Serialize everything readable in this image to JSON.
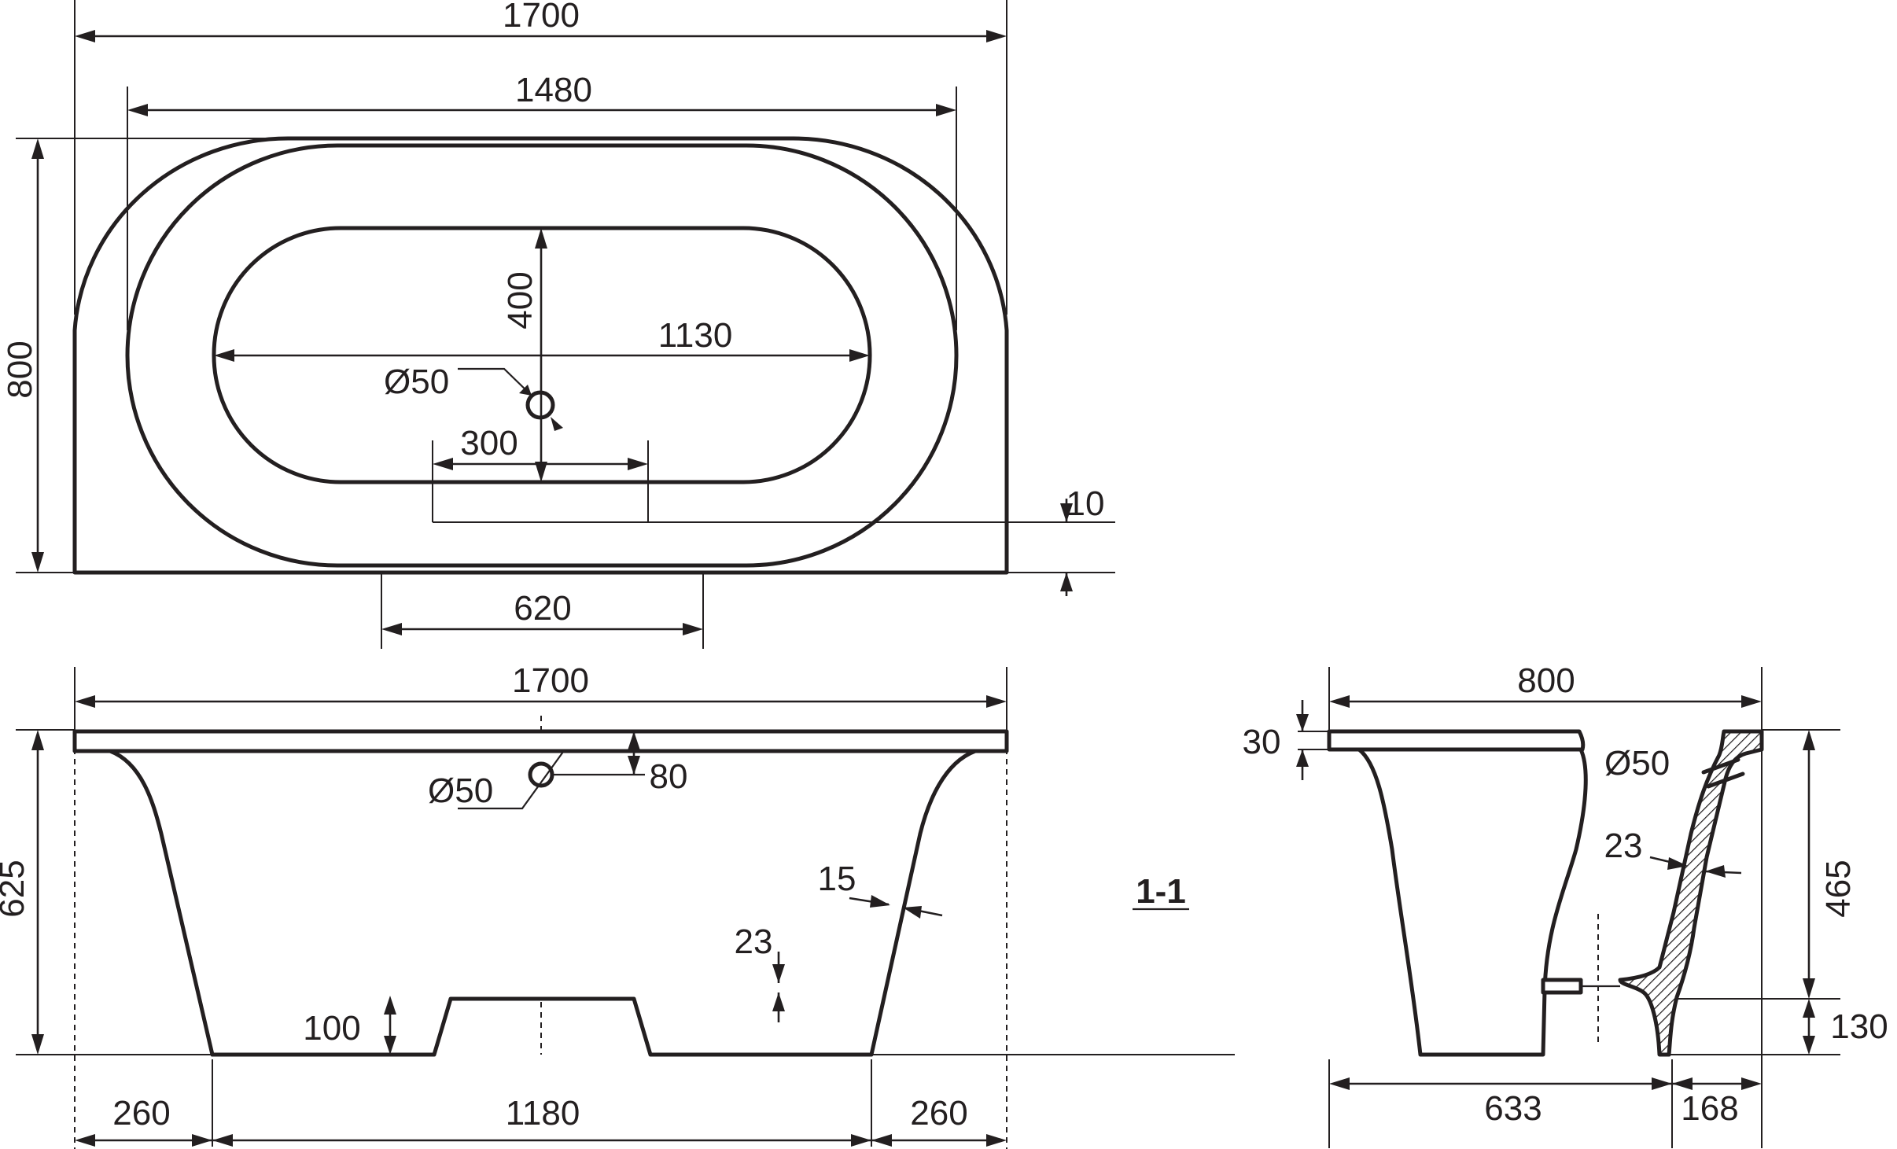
{
  "dimensions": {
    "top_overall_length": "1700",
    "top_inner_length": "1480",
    "top_overall_width": "800",
    "top_basin_width": "400",
    "top_basin_length": "1130",
    "top_drain_diameter": "Ø50",
    "top_drain_offset": "300",
    "top_edge_offset": "10",
    "top_rear_width": "620",
    "front_overall_length": "1700",
    "front_height": "625",
    "front_overflow_offset": "80",
    "front_overflow_diameter": "Ø50",
    "front_wall_thickness": "15",
    "front_floor_thickness": "23",
    "front_foot_height": "100",
    "front_left_offset": "260",
    "front_base_length": "1180",
    "front_right_offset": "260",
    "side_overall_width": "800",
    "side_rim_thickness": "30",
    "side_overflow_diameter": "Ø50",
    "side_wall_thickness": "23",
    "side_upper_height": "465",
    "side_base_height": "130",
    "side_base_depth": "633",
    "side_foot_depth": "168"
  },
  "section_label": "1-1",
  "colors": {
    "line": "#231f20",
    "paper": "#ffffff"
  }
}
